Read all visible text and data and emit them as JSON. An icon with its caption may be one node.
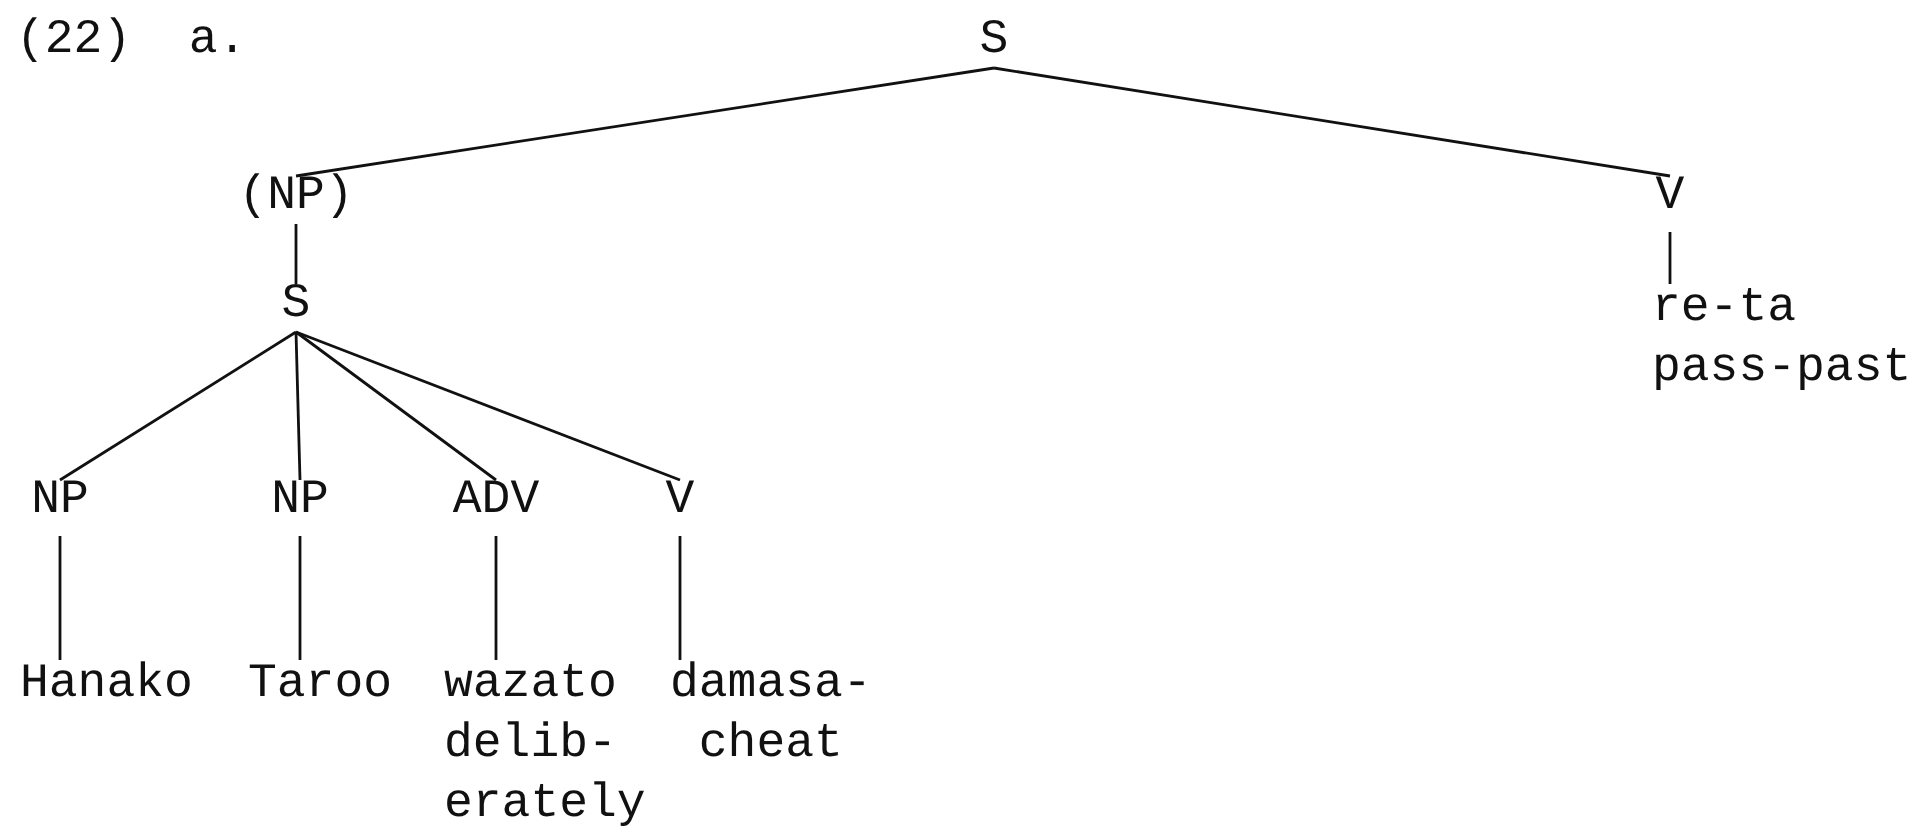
{
  "diagram": {
    "nodes": [
      {
        "text": [
          "S"
        ]
      },
      {
        "text": [
          "(NP)"
        ]
      },
      {
        "text": [
          "V"
        ]
      },
      {
        "text": [
          "re-ta",
          "pass-past"
        ]
      },
      {
        "text": [
          "S"
        ]
      },
      {
        "text": [
          "NP"
        ]
      },
      {
        "text": [
          "NP"
        ]
      },
      {
        "text": [
          "ADV"
        ]
      },
      {
        "text": [
          "V"
        ]
      },
      {
        "text": [
          "Hanako"
        ]
      },
      {
        "text": [
          "Taroo"
        ]
      },
      {
        "text": [
          "wazato",
          "delib- erately"
        ]
      },
      {
        "text": [
          "damasa-",
          "cheat"
        ]
      }
    ],
    "edges": [
      {
        "from": 0,
        "to": 1,
        "arrow": "none"
      },
      {
        "from": 0,
        "to": 2,
        "arrow": "none"
      },
      {
        "from": 2,
        "to": 3,
        "arrow": "none"
      },
      {
        "from": 1,
        "to": 4,
        "arrow": "none"
      },
      {
        "from": 4,
        "to": 5,
        "arrow": "none"
      },
      {
        "from": 4,
        "to": 6,
        "arrow": "none"
      },
      {
        "from": 4,
        "to": 7,
        "arrow": "none"
      },
      {
        "from": 4,
        "to": 8,
        "arrow": "none"
      },
      {
        "from": 5,
        "to": 9,
        "arrow": "none"
      },
      {
        "from": 6,
        "to": 10,
        "arrow": "none"
      },
      {
        "from": 7,
        "to": 11,
        "arrow": "none"
      },
      {
        "from": 8,
        "to": 12,
        "arrow": "none"
      }
    ],
    "labels": [
      "(22)  a."
    ]
  }
}
